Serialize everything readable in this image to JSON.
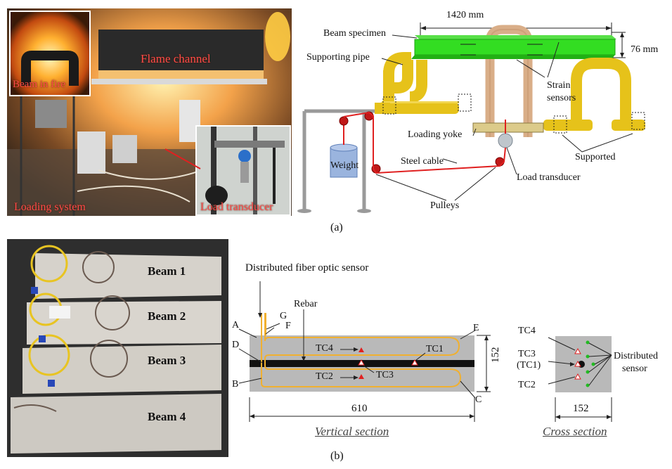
{
  "panel_a": {
    "tag": "(a)",
    "photo": {
      "beam_in_fire": "Beam in fire",
      "flame_channel": "Flame channel",
      "loading_system": "Loading system",
      "load_transducer": "Load transducer"
    },
    "schematic": {
      "length": "1420 mm",
      "height": "76 mm",
      "beam_specimen": "Beam specimen",
      "supporting_pipe": "Supporting pipe",
      "strain_sensors_1": "Strain",
      "strain_sensors_2": "sensors",
      "loading_yoke": "Loading yoke",
      "weight": "Weight",
      "steel_cable": "Steel cable",
      "load_transducer": "Load transducer",
      "supported": "Supported",
      "pulleys": "Pulleys"
    }
  },
  "panel_b": {
    "tag": "(b)",
    "beams": [
      "Beam 1",
      "Beam 2",
      "Beam 3",
      "Beam 4"
    ],
    "vertical": {
      "fiber_sensor": "Distributed fiber optic sensor",
      "rebar": "Rebar",
      "A": "A",
      "B": "B",
      "C": "C",
      "D": "D",
      "E": "E",
      "F": "F",
      "G": "G",
      "tc4": "TC4",
      "tc1": "TC1",
      "tc2": "TC2",
      "tc3": "TC3",
      "height": "152",
      "width": "610",
      "title": "Vertical  section"
    },
    "cross": {
      "tc4": "TC4",
      "tc3": "TC3",
      "tc1": "(TC1)",
      "tc2": "TC2",
      "dist_1": "Distributed",
      "dist_2": "sensor",
      "width": "152",
      "title": "Cross  section"
    }
  },
  "colors": {
    "beam_green": "#33dd22",
    "pipe_yellow": "#e6c21a",
    "cable_red": "#e02020",
    "fiber_orange": "#f0b030",
    "concrete_gray": "#b9b9b9"
  }
}
